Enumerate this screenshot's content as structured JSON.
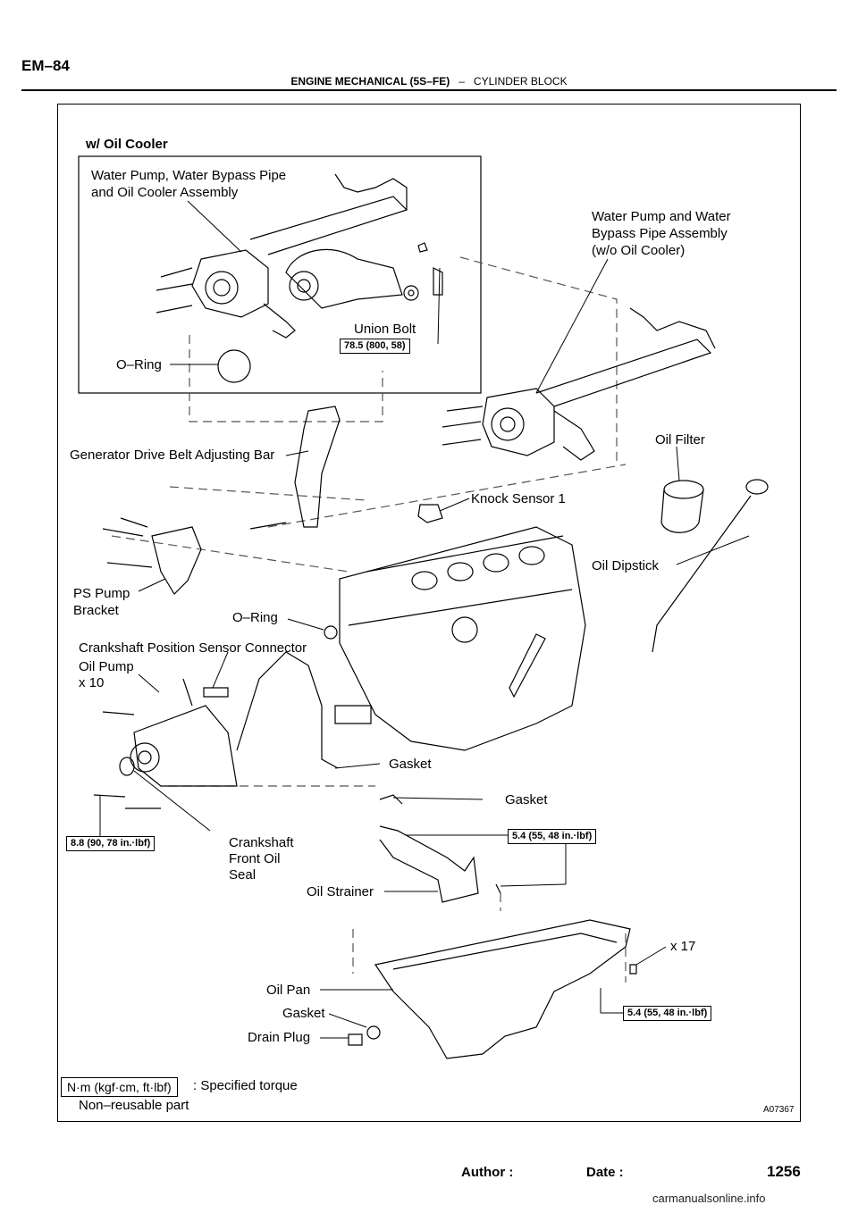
{
  "header": {
    "code": "EM–84",
    "section": "ENGINE MECHANICAL (5S–FE)",
    "separator": "–",
    "subsection": "CYLINDER BLOCK"
  },
  "diagram": {
    "section_title": "w/ Oil Cooler",
    "labels": {
      "wp_oil_cooler_1": "Water Pump, Water Bypass Pipe",
      "wp_oil_cooler_2": "and Oil Cooler Assembly",
      "wp_assy_1": "Water Pump and Water",
      "wp_assy_2": "Bypass Pipe Assembly",
      "wp_assy_3": "(w/o Oil Cooler)",
      "union_bolt": "Union Bolt",
      "oring_top": "O–Ring",
      "gen_bar": "Generator Drive Belt Adjusting Bar",
      "oil_filter": "Oil Filter",
      "knock_sensor": "Knock Sensor 1",
      "oil_dipstick": "Oil Dipstick",
      "ps_pump_1": "PS Pump",
      "ps_pump_2": "Bracket",
      "oring_mid": "O–Ring",
      "crank_conn": "Crankshaft Position Sensor Connector",
      "oil_pump": "Oil Pump",
      "x10": "x 10",
      "gasket_1": "Gasket",
      "gasket_2": "Gasket",
      "crank_seal_1": "Crankshaft",
      "crank_seal_2": "Front Oil",
      "crank_seal_3": "Seal",
      "oil_strainer": "Oil Strainer",
      "x17": "x 17",
      "oil_pan": "Oil Pan",
      "gasket_3": "Gasket",
      "drain_plug": "Drain Plug"
    },
    "torques": {
      "union_bolt": "78.5 (800, 58)",
      "oil_pump": "8.8 (90, 78 in.·lbf)",
      "strainer": "5.4 (55, 48 in.·lbf)",
      "oil_pan": "5.4 (55, 48 in.·lbf)"
    },
    "figure_id": "A07367"
  },
  "legend": {
    "unit_box": "N·m (kgf·cm, ft·lbf)",
    "unit_desc": ": Specified torque",
    "nonreusable": "Non–reusable part"
  },
  "footer": {
    "author_label": "Author :",
    "date_label": "Date :",
    "page_number": "1256",
    "watermark": "carmanualsonline.info"
  }
}
